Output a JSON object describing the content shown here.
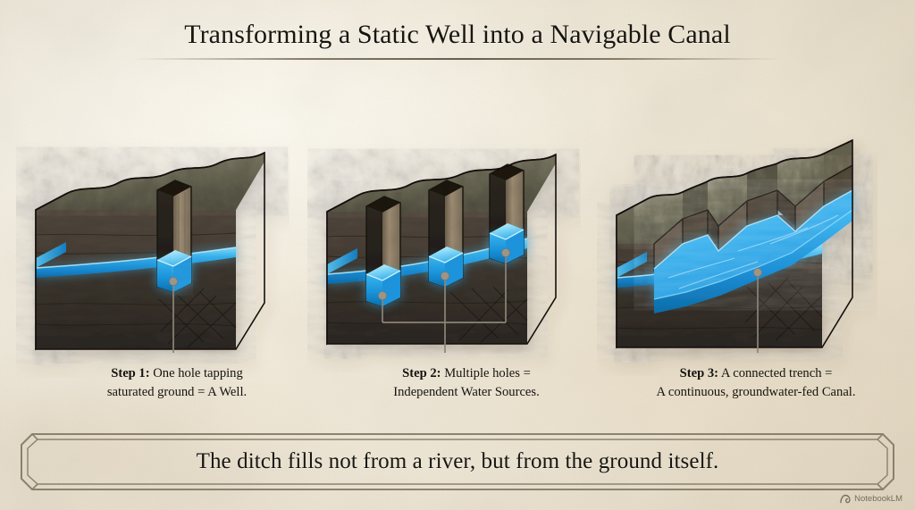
{
  "title": "Transforming a Static Well into a Navigable Canal",
  "steps": [
    {
      "id": "step-1",
      "label": "Step 1:",
      "line1": " One hole tapping",
      "line2": "saturated ground = A Well.",
      "shafts": 1
    },
    {
      "id": "step-2",
      "label": "Step 2:",
      "line1": " Multiple holes =",
      "line2": "Independent Water Sources.",
      "shafts": 3
    },
    {
      "id": "step-3",
      "label": "Step 3:",
      "line1": " A connected trench =",
      "line2": "A continuous, groundwater-fed Canal.",
      "shafts": 0
    }
  ],
  "banner": {
    "text": "The ditch fills not from a river, but from the ground itself."
  },
  "watermark": {
    "label": "NotebookLM"
  },
  "colors": {
    "paper": "#f3ecdc",
    "ink": "#17150f",
    "water_bright": "#3bb8f0",
    "water_mid": "#1a8fd4",
    "water_deep": "#0d6ea8",
    "rock_top": "#6e6c5e",
    "rock_front": "#3a332c",
    "rock_side": "#2b2520",
    "shaft_wall": "#8a7a63",
    "leader_line": "#8b8578",
    "rule": "#5a4c34",
    "banner_border": "#8c8270"
  }
}
